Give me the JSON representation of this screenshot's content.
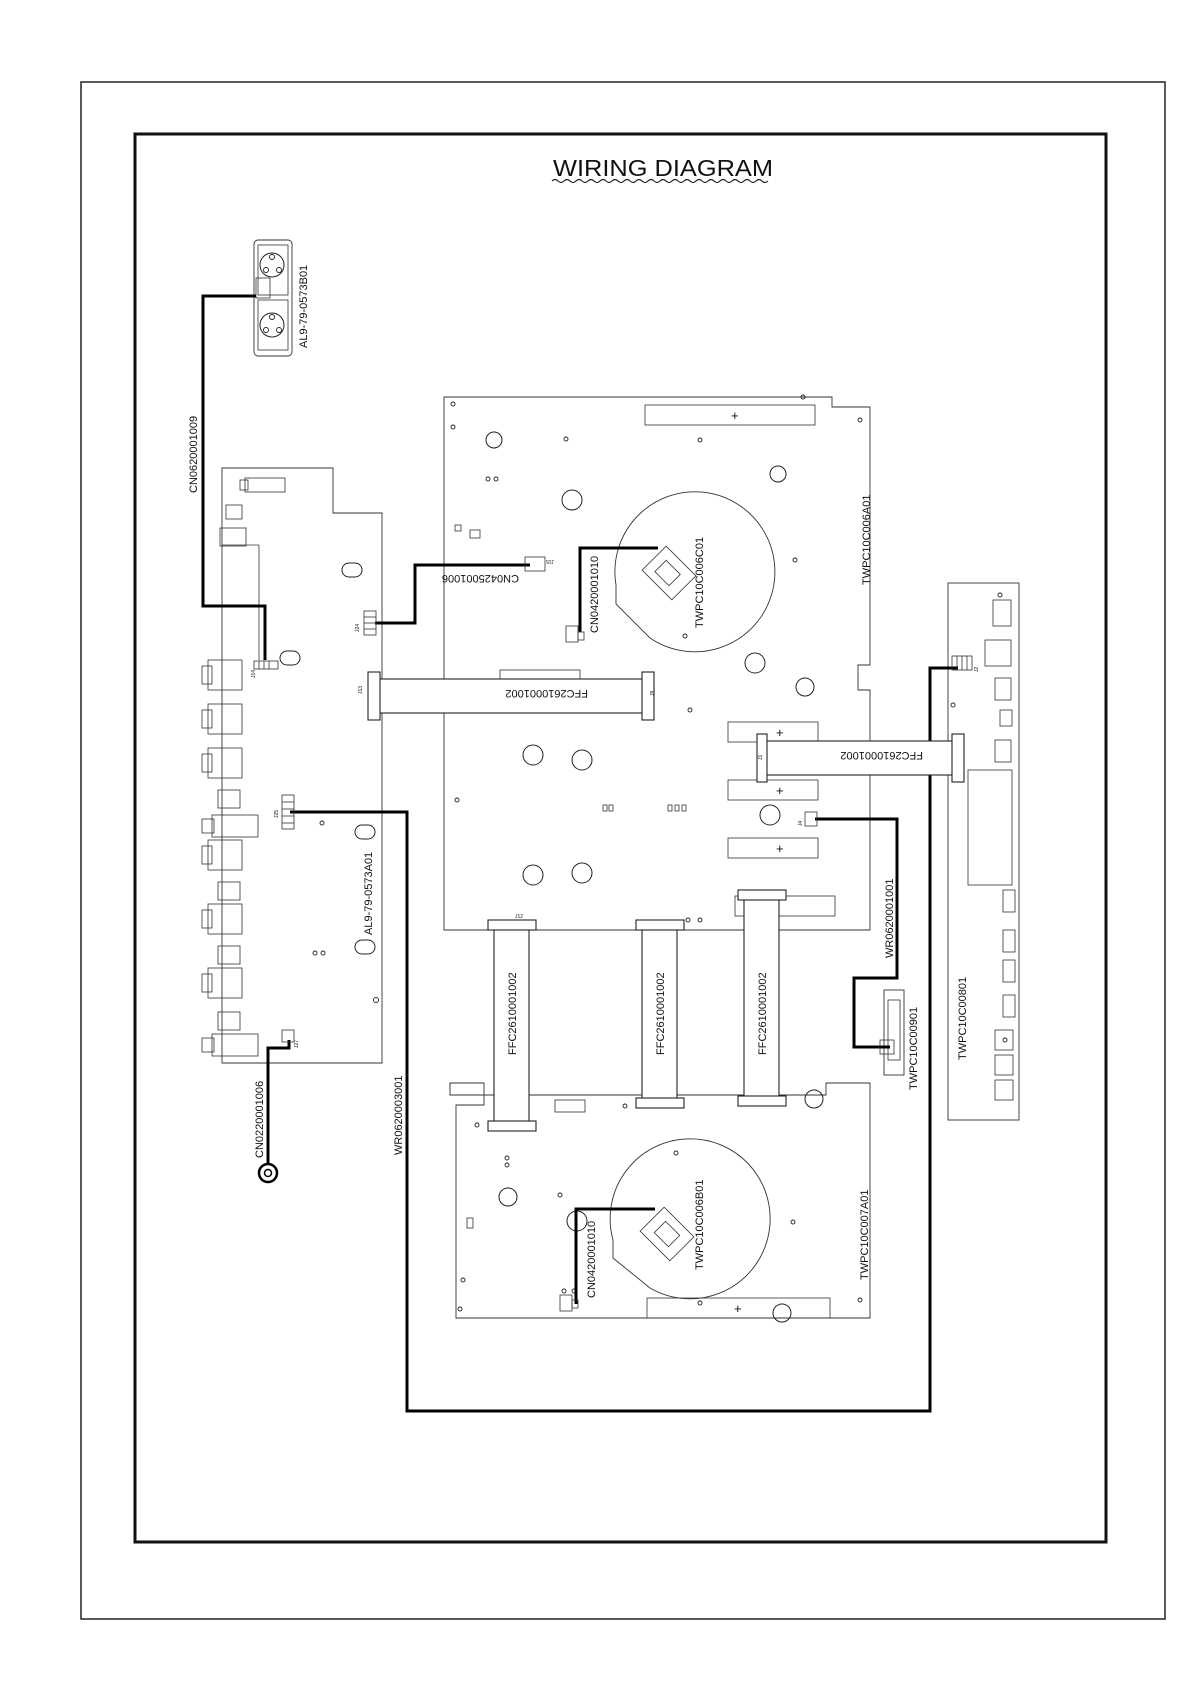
{
  "title": "WIRING DIAGRAM",
  "labels": {
    "socket_board": "AL9-79-0573B01",
    "left_board": "AL9-79-0573A01",
    "top_board": "TWPC10C006A01",
    "top_disc": "TWPC10C006C01",
    "bottom_board": "TWPC10C007A01",
    "bottom_disc": "TWPC10C006B01",
    "right_board": "TWPC10C00801",
    "small_board": "TWPC10C00901"
  },
  "cables": {
    "cn0620001009": "CN0620001009",
    "cn0425001006": "CN0425001006",
    "cn0420001010_top": "CN0420001010",
    "cn0420001010_bottom": "CN0420001010",
    "ffc_middle": "FFC2610001002",
    "ffc_right": "FFC2610001002",
    "ffc_v1": "FFC2610001002",
    "ffc_v2": "FFC2610001002",
    "ffc_v3": "FFC2610001002",
    "wr0620001001": "WR0620001001",
    "wr0620003001": "WR0620003001",
    "cn0220001006": "CN0220001006"
  },
  "connector_tags": {
    "j14": "J14",
    "j24": "J24",
    "j25": "J25",
    "j27": "J27",
    "j15": "J15",
    "j10": "J10",
    "j13": "J13",
    "j9": "J9",
    "j12": "J12",
    "j1": "J1",
    "j2": "J2",
    "j4": "J4"
  },
  "symbols": {
    "plus": "+"
  },
  "colors": {
    "ink": "#000000",
    "line": "#333333",
    "paper": "#ffffff"
  }
}
